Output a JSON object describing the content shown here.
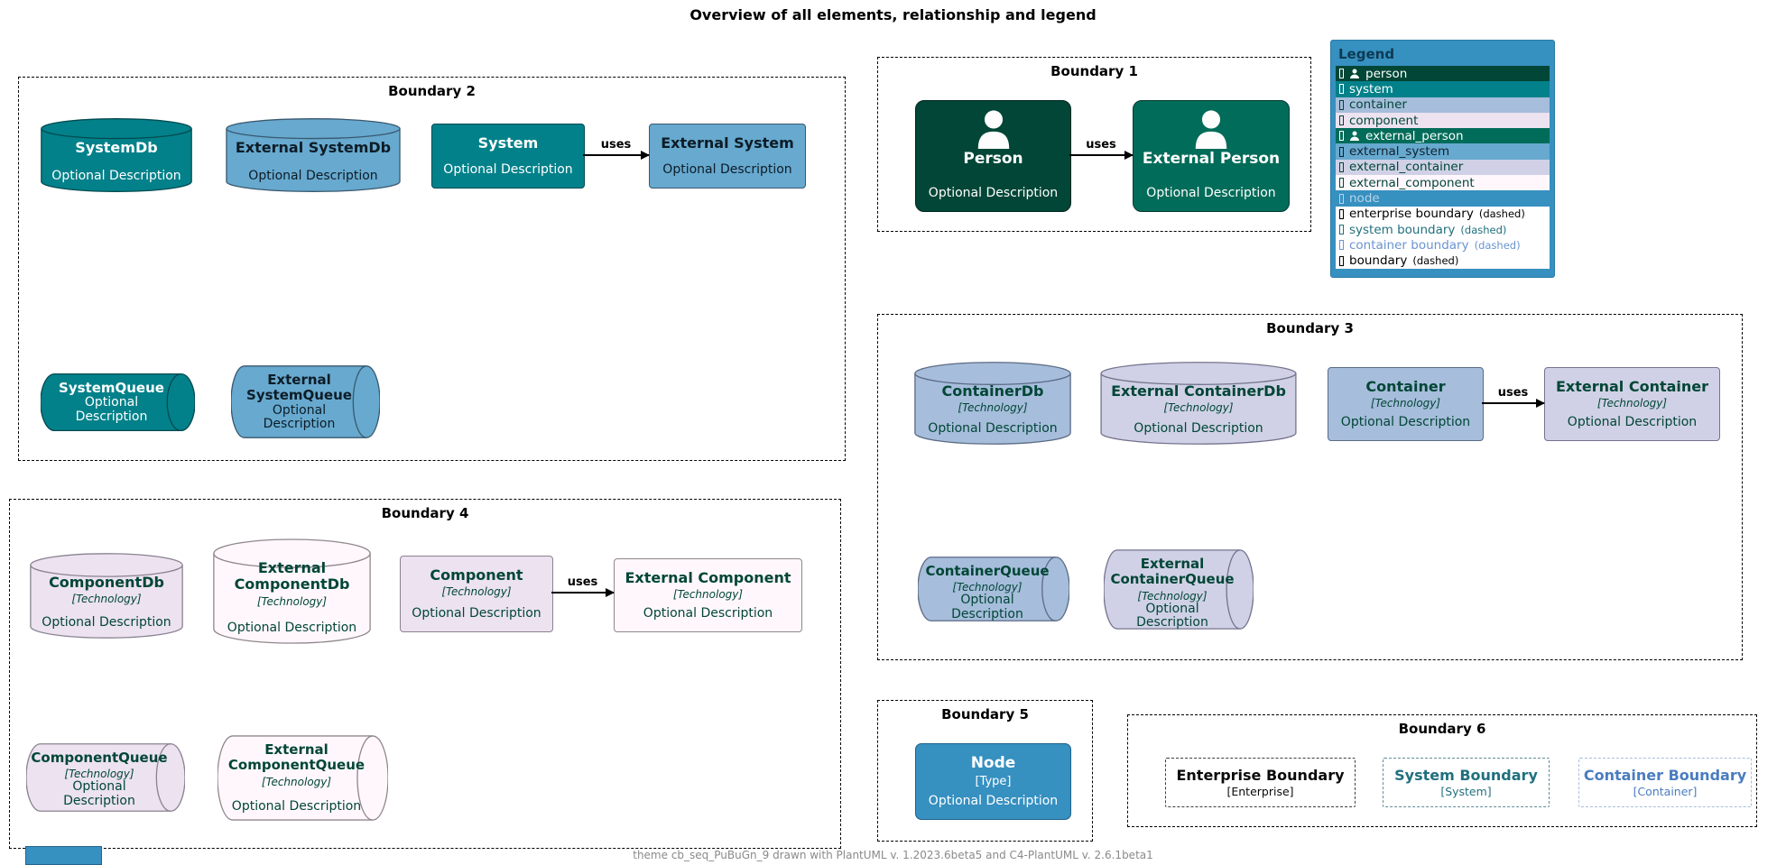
{
  "title": "Overview of all elements, relationship and legend",
  "footer": "theme cb_seq_PuBuGn_9 drawn with PlantUML v. 1.2023.6beta5 and C4-PlantUML v. 2.6.1beta1",
  "boundaries": {
    "b1": {
      "label": "Boundary 1"
    },
    "b2": {
      "label": "Boundary 2"
    },
    "b3": {
      "label": "Boundary 3"
    },
    "b4": {
      "label": "Boundary 4"
    },
    "b5": {
      "label": "Boundary 5"
    },
    "b6": {
      "label": "Boundary 6"
    }
  },
  "elements": {
    "system_db": {
      "title": "SystemDb",
      "description": "Optional Description"
    },
    "external_system_db": {
      "title": "External SystemDb",
      "description": "Optional Description"
    },
    "system": {
      "title": "System",
      "description": "Optional Description"
    },
    "external_system": {
      "title": "External System",
      "description": "Optional Description"
    },
    "system_queue": {
      "title": "SystemQueue",
      "description": "Optional Description"
    },
    "external_system_queue": {
      "title": "External SystemQueue",
      "description": "Optional Description"
    },
    "person": {
      "title": "Person",
      "description": "Optional Description"
    },
    "external_person": {
      "title": "External Person",
      "description": "Optional Description"
    },
    "container_db": {
      "title": "ContainerDb",
      "technology": "[Technology]",
      "description": "Optional Description"
    },
    "external_container_db": {
      "title": "External ContainerDb",
      "technology": "[Technology]",
      "description": "Optional Description"
    },
    "container": {
      "title": "Container",
      "technology": "[Technology]",
      "description": "Optional Description"
    },
    "external_container": {
      "title": "External Container",
      "technology": "[Technology]",
      "description": "Optional Description"
    },
    "container_queue": {
      "title": "ContainerQueue",
      "technology": "[Technology]",
      "description": "Optional Description"
    },
    "external_container_queue": {
      "title": "External ContainerQueue",
      "technology": "[Technology]",
      "description": "Optional Description"
    },
    "component_db": {
      "title": "ComponentDb",
      "technology": "[Technology]",
      "description": "Optional Description"
    },
    "external_component_db": {
      "title": "External ComponentDb",
      "technology": "[Technology]",
      "description": "Optional Description"
    },
    "component": {
      "title": "Component",
      "technology": "[Technology]",
      "description": "Optional Description"
    },
    "external_component": {
      "title": "External Component",
      "technology": "[Technology]",
      "description": "Optional Description"
    },
    "component_queue": {
      "title": "ComponentQueue",
      "technology": "[Technology]",
      "description": "Optional Description"
    },
    "external_component_queue": {
      "title": "External ComponentQueue",
      "technology": "[Technology]",
      "description": "Optional Description"
    },
    "node": {
      "title": "Node",
      "type": "[Type]",
      "description": "Optional Description"
    },
    "enterprise_boundary": {
      "title": "Enterprise Boundary",
      "type": "[Enterprise]"
    },
    "system_boundary": {
      "title": "System Boundary",
      "type": "[System]"
    },
    "container_boundary": {
      "title": "Container Boundary",
      "type": "[Container]"
    }
  },
  "relations": [
    {
      "label": "uses"
    },
    {
      "label": "uses"
    },
    {
      "label": "uses"
    },
    {
      "label": "uses"
    }
  ],
  "legend": {
    "title": "Legend",
    "rows": [
      {
        "label": "person",
        "bg": "#014636",
        "color": "#ffffff",
        "person_icon": true
      },
      {
        "label": "system",
        "bg": "#02818a",
        "color": "#ffffff"
      },
      {
        "label": "container",
        "bg": "#a6bddb",
        "color": "#014636"
      },
      {
        "label": "component",
        "bg": "#ece2f0",
        "color": "#014636"
      },
      {
        "label": "external_person",
        "bg": "#016c59",
        "color": "#ffffff",
        "person_icon": true
      },
      {
        "label": "external_system",
        "bg": "#67a9cf",
        "color": "#10222e"
      },
      {
        "label": "external_container",
        "bg": "#d0d1e6",
        "color": "#014636"
      },
      {
        "label": "external_component",
        "bg": "#fff7fb",
        "color": "#014636"
      },
      {
        "label": "node",
        "bg": "#3690c0",
        "color": "#b8d4e8"
      },
      {
        "label": "enterprise boundary",
        "suffix": "(dashed)",
        "bg": "#ffffff",
        "color": "#000000"
      },
      {
        "label": "system boundary",
        "suffix": "(dashed)",
        "bg": "#ffffff",
        "color": "#20707e"
      },
      {
        "label": "container boundary",
        "suffix": "(dashed)",
        "bg": "#ffffff",
        "color": "#6a94d0"
      },
      {
        "label": "boundary",
        "suffix": "(dashed)",
        "bg": "#ffffff",
        "color": "#000000"
      }
    ]
  },
  "palette": {
    "person": "#014636",
    "external_person": "#016c59",
    "system": "#02818a",
    "external_system": "#67a9cf",
    "container": "#a6bddb",
    "external_container": "#d0d1e6",
    "component": "#ece2f0",
    "external_component": "#fff7fb",
    "node": "#3690c0",
    "legend_background": "#3690c0"
  }
}
